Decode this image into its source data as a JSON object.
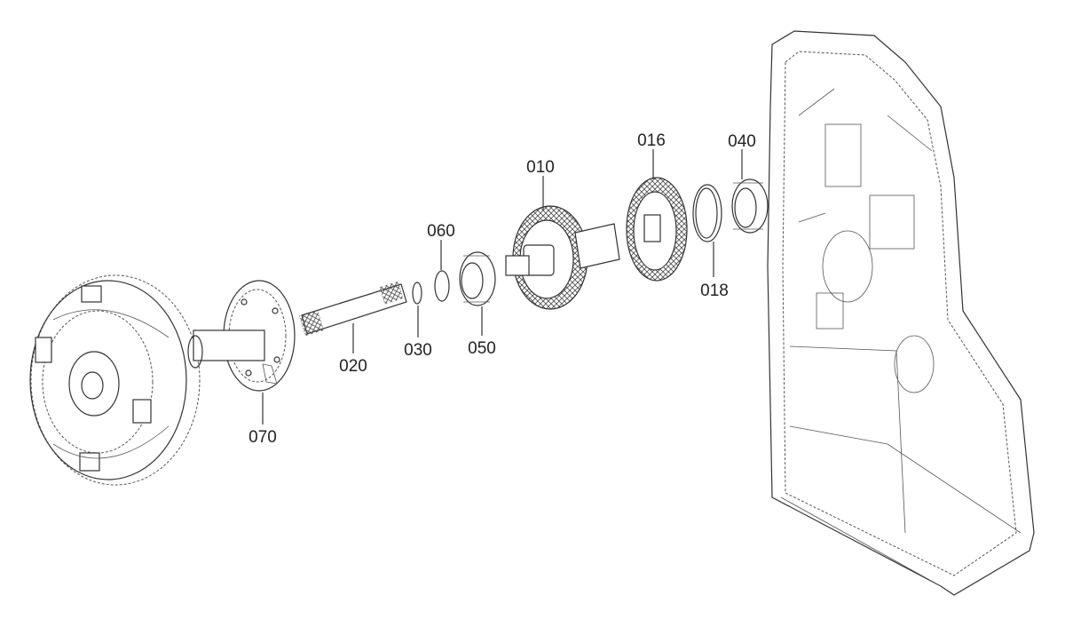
{
  "parts": [
    {
      "id": "p070",
      "label": "070"
    },
    {
      "id": "p020",
      "label": "020"
    },
    {
      "id": "p030",
      "label": "030"
    },
    {
      "id": "p060",
      "label": "060"
    },
    {
      "id": "p050",
      "label": "050"
    },
    {
      "id": "p010",
      "label": "010"
    },
    {
      "id": "p016",
      "label": "016"
    },
    {
      "id": "p018",
      "label": "018"
    },
    {
      "id": "p040",
      "label": "040"
    }
  ]
}
